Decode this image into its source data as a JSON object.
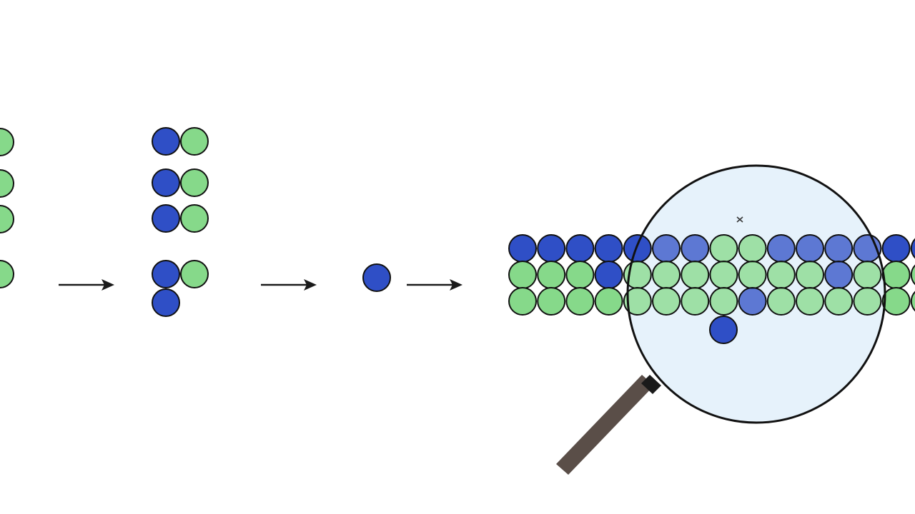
{
  "colors": {
    "background": "#ffffff",
    "blue": "#2f4fc6",
    "green": "#86d98a",
    "outline": "#111111",
    "arrow": "#1a1a1a",
    "lens_fill": "#e6f2fb",
    "lens_rim": "#111111",
    "handle": "#5a4e48"
  },
  "icons": {
    "arrow": "right-arrow-icon",
    "magnifier": "magnifying-glass-icon"
  },
  "diagram": {
    "stage1": {
      "description_items": [
        "green",
        "green",
        "green",
        "green"
      ]
    },
    "stage2": {
      "rows": [
        [
          "blue",
          "green"
        ],
        [
          "blue",
          "green"
        ],
        [
          "blue",
          "green"
        ],
        [
          "blue",
          "green"
        ],
        [
          "blue"
        ]
      ]
    },
    "stage3": {
      "items": [
        "blue"
      ]
    },
    "lattice": {
      "rows": [
        [
          "blue",
          "blue",
          "blue",
          "blue",
          "blue",
          "blue",
          "blue",
          "green",
          "green",
          "blue",
          "blue",
          "blue",
          "blue",
          "blue",
          "blue"
        ],
        [
          "green",
          "green",
          "green",
          "blue",
          "green",
          "green",
          "green",
          "green",
          "green",
          "green",
          "green",
          "blue",
          "green",
          "green",
          "green"
        ],
        [
          "green",
          "green",
          "green",
          "green",
          "green",
          "green",
          "green",
          "green",
          "blue",
          "green",
          "green",
          "green",
          "green",
          "green",
          "green"
        ]
      ],
      "extra": [
        "blue"
      ]
    }
  }
}
